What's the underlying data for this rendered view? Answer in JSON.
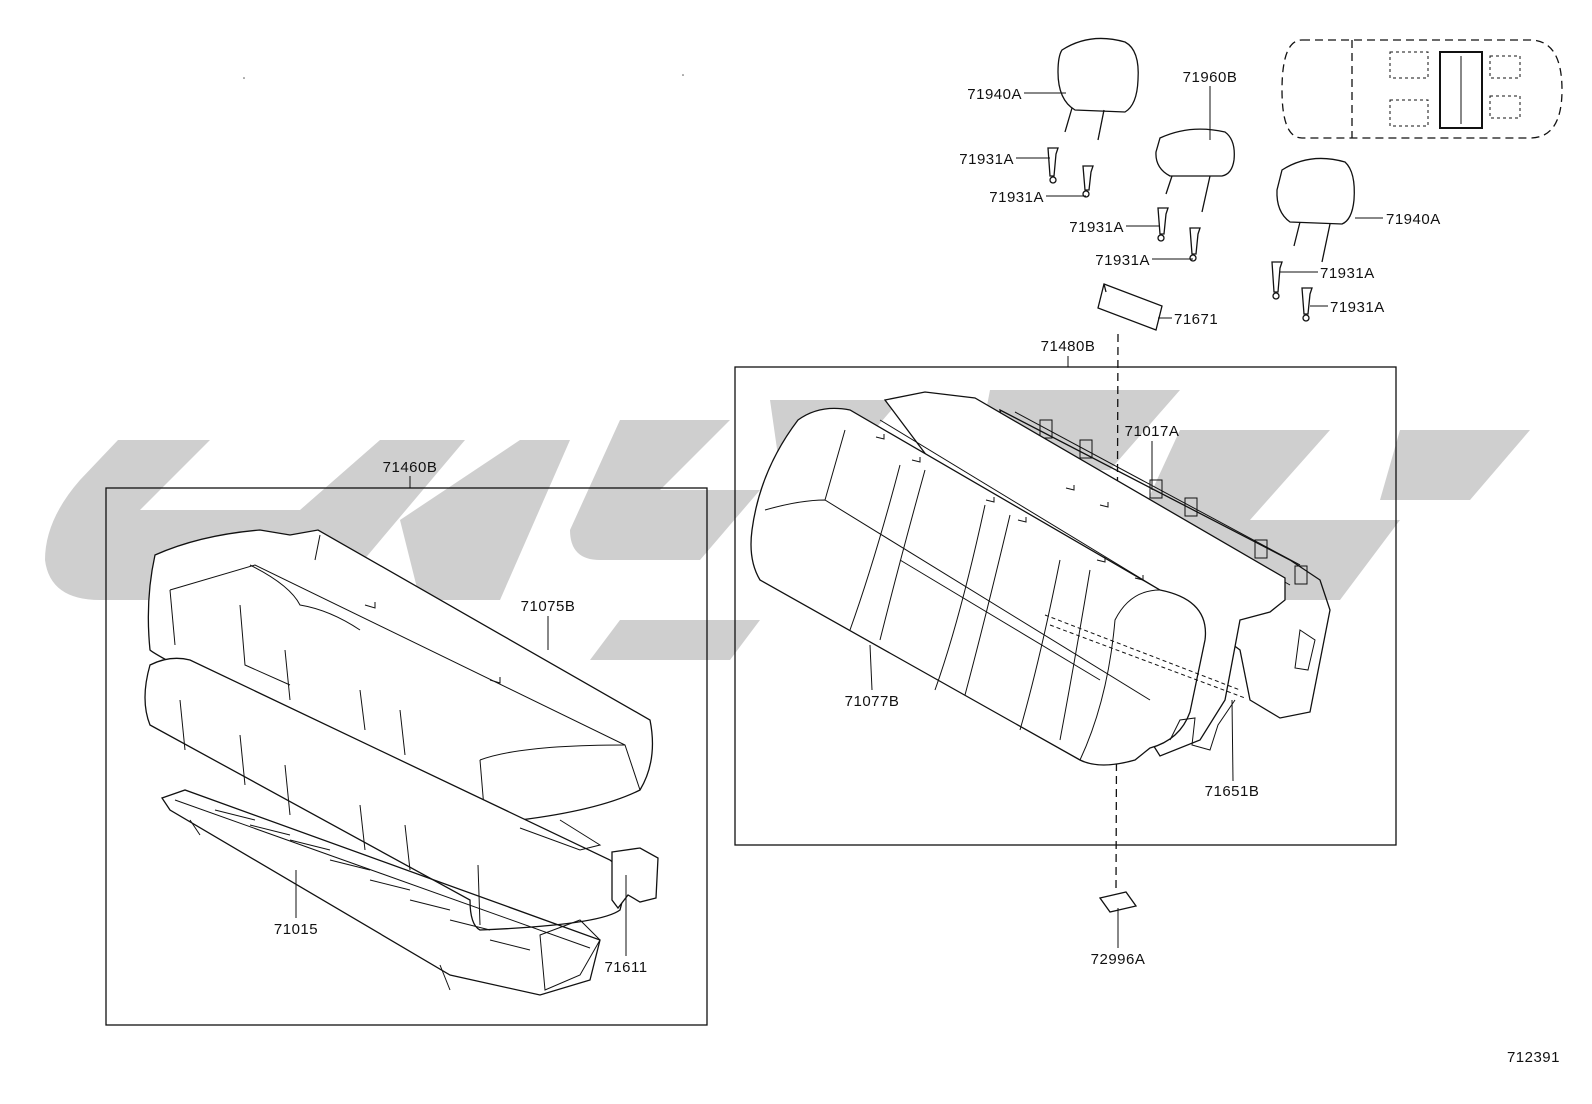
{
  "diagram_code": "712391",
  "parts": {
    "headrest_left": "71940A",
    "headrest_center": "71960B",
    "headrest_right": "71940A",
    "support_1": "71931A",
    "support_2": "71931A",
    "support_3": "71931A",
    "support_4": "71931A",
    "support_5": "71931A",
    "support_6": "71931A",
    "bracket": "71671",
    "seatback_assy": "71480B",
    "seatback_frame": "71017A",
    "seatback_cover": "71077B",
    "seatback_board": "71651B",
    "cushion_assy": "71460B",
    "cushion_cover": "71075B",
    "cushion_frame": "71015",
    "cushion_board": "71611",
    "hook": "72996A"
  }
}
